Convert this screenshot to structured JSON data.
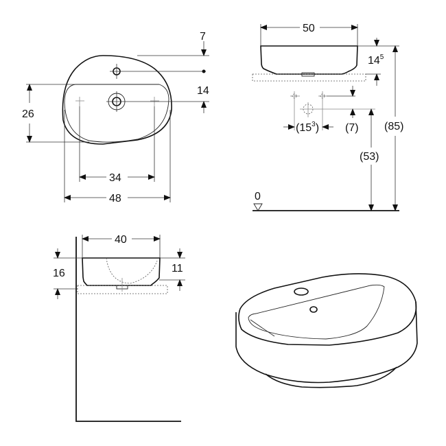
{
  "top_view": {
    "labels": {
      "top_offset": "7",
      "tap_to_drain": "14",
      "bowl_depth": "26",
      "fixing_spacing": "34",
      "overall_width": "48"
    }
  },
  "front_view": {
    "labels": {
      "width": "50",
      "height_main": "14",
      "height_sup": "5",
      "waste_offset_main": "(15",
      "waste_offset_sup": "3",
      "waste_offset_close": ")",
      "waste_drop": "(7)",
      "waste_height": "(53)",
      "rim_height": "(85)",
      "floor_level": "0"
    }
  },
  "side_view": {
    "labels": {
      "depth": "40",
      "total_height": "16",
      "bowl_height": "11"
    }
  },
  "perspective_view": {
    "description": "oval countertop washbasin with tap hole"
  }
}
